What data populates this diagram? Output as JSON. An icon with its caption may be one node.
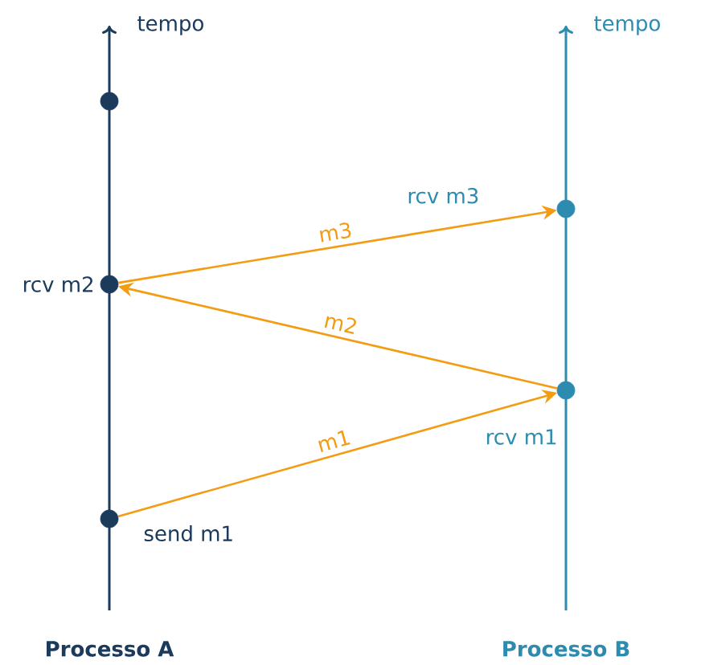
{
  "diagram": {
    "nodes": [
      {
        "text": [],
        "shape": "circle"
      },
      {
        "text": [],
        "shape": "circle",
        "beside": [
          "rcv m2"
        ]
      },
      {
        "text": [],
        "shape": "circle",
        "beside": [
          "send m1"
        ]
      },
      {
        "text": [],
        "shape": "circle",
        "beside": [
          "rcv m3"
        ]
      },
      {
        "text": [],
        "shape": "circle",
        "beside": [
          "rcv m1"
        ]
      }
    ],
    "edges": [
      {
        "from": 2,
        "to": 4,
        "arrow": "to",
        "label": "m1"
      },
      {
        "from": 4,
        "to": 1,
        "arrow": "to",
        "label": "m2"
      },
      {
        "from": 1,
        "to": 3,
        "arrow": "to",
        "label": "m3"
      }
    ],
    "labels": [
      "tempo",
      "tempo",
      "Processo A",
      "Processo B"
    ]
  }
}
